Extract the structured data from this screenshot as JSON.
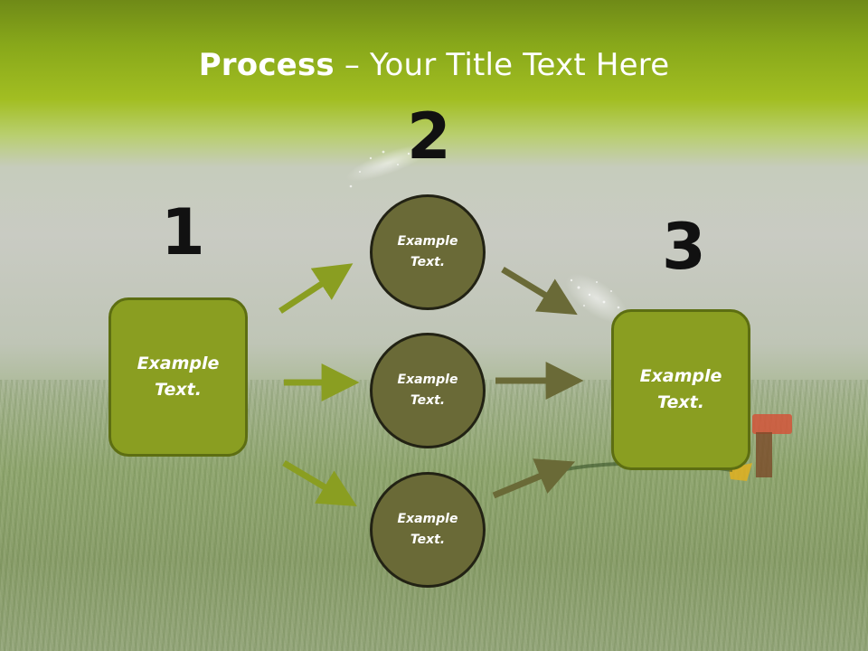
{
  "title": {
    "bold": "Process",
    "rest": " – Your Title Text Here"
  },
  "steps": {
    "one": {
      "number": "1",
      "label": "Example\nText."
    },
    "two": {
      "number": "2"
    },
    "three": {
      "number": "3",
      "label": "Example\nText."
    }
  },
  "circles": [
    {
      "label": "Example\nText."
    },
    {
      "label": "Example\nText."
    },
    {
      "label": "Example\nText."
    }
  ],
  "colors": {
    "accent_green": "#8a9e21",
    "arrow_green": "#8a9e21",
    "circle_olive": "#6a6a37",
    "arrow_olive": "#6a6a37",
    "title_text": "#ffffff",
    "number_text": "#111111"
  }
}
